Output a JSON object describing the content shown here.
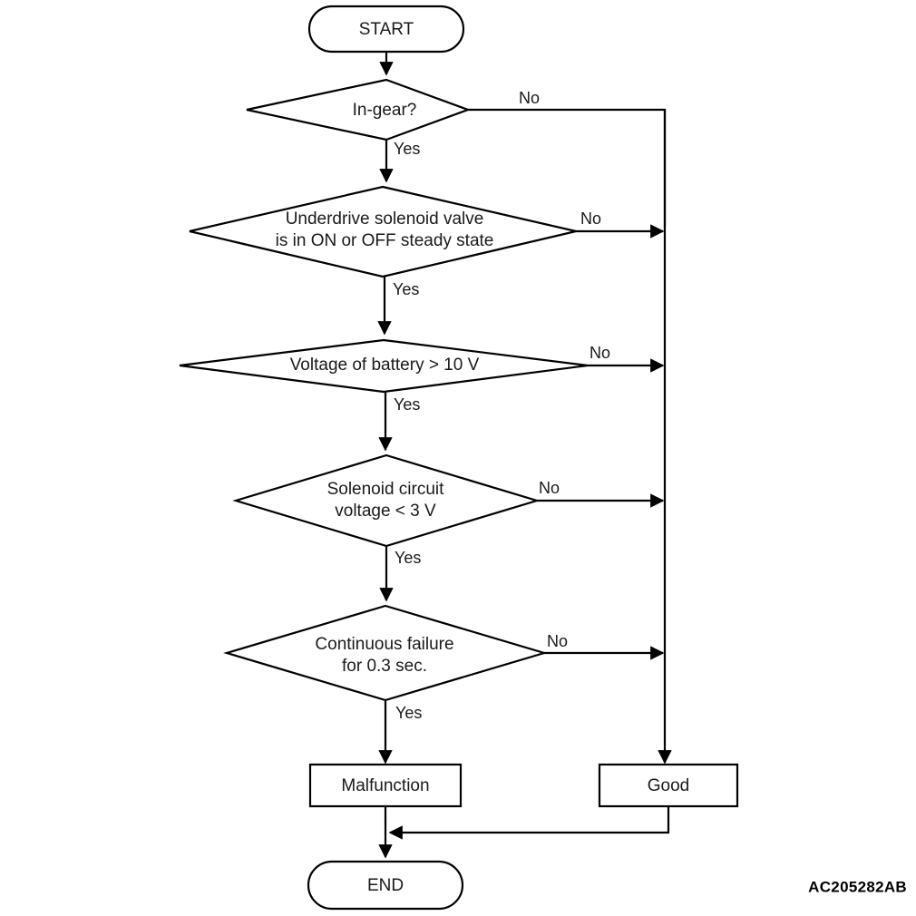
{
  "diagram": {
    "title_ref": "AC205282AB",
    "terminals": {
      "start": "START",
      "end": "END"
    },
    "decisions": [
      {
        "id": "in-gear",
        "line1": "In-gear?",
        "line2": "",
        "yes_label": "Yes",
        "no_label": "No"
      },
      {
        "id": "underdrive-solenoid-steady",
        "line1": "Underdrive solenoid valve",
        "line2": "is in ON or OFF steady state",
        "yes_label": "Yes",
        "no_label": "No"
      },
      {
        "id": "battery-voltage",
        "line1": "Voltage of battery > 10 V",
        "line2": "",
        "yes_label": "Yes",
        "no_label": "No"
      },
      {
        "id": "solenoid-circuit-voltage",
        "line1": "Solenoid circuit",
        "line2": "voltage < 3 V",
        "yes_label": "Yes",
        "no_label": "No"
      },
      {
        "id": "continuous-failure",
        "line1": "Continuous failure",
        "line2": "for 0.3 sec.",
        "yes_label": "Yes",
        "no_label": "No"
      }
    ],
    "results": {
      "malfunction": "Malfunction",
      "good": "Good"
    },
    "colors": {
      "stroke": "#000000",
      "fill": "#ffffff",
      "text": "#1a1a1a"
    }
  }
}
